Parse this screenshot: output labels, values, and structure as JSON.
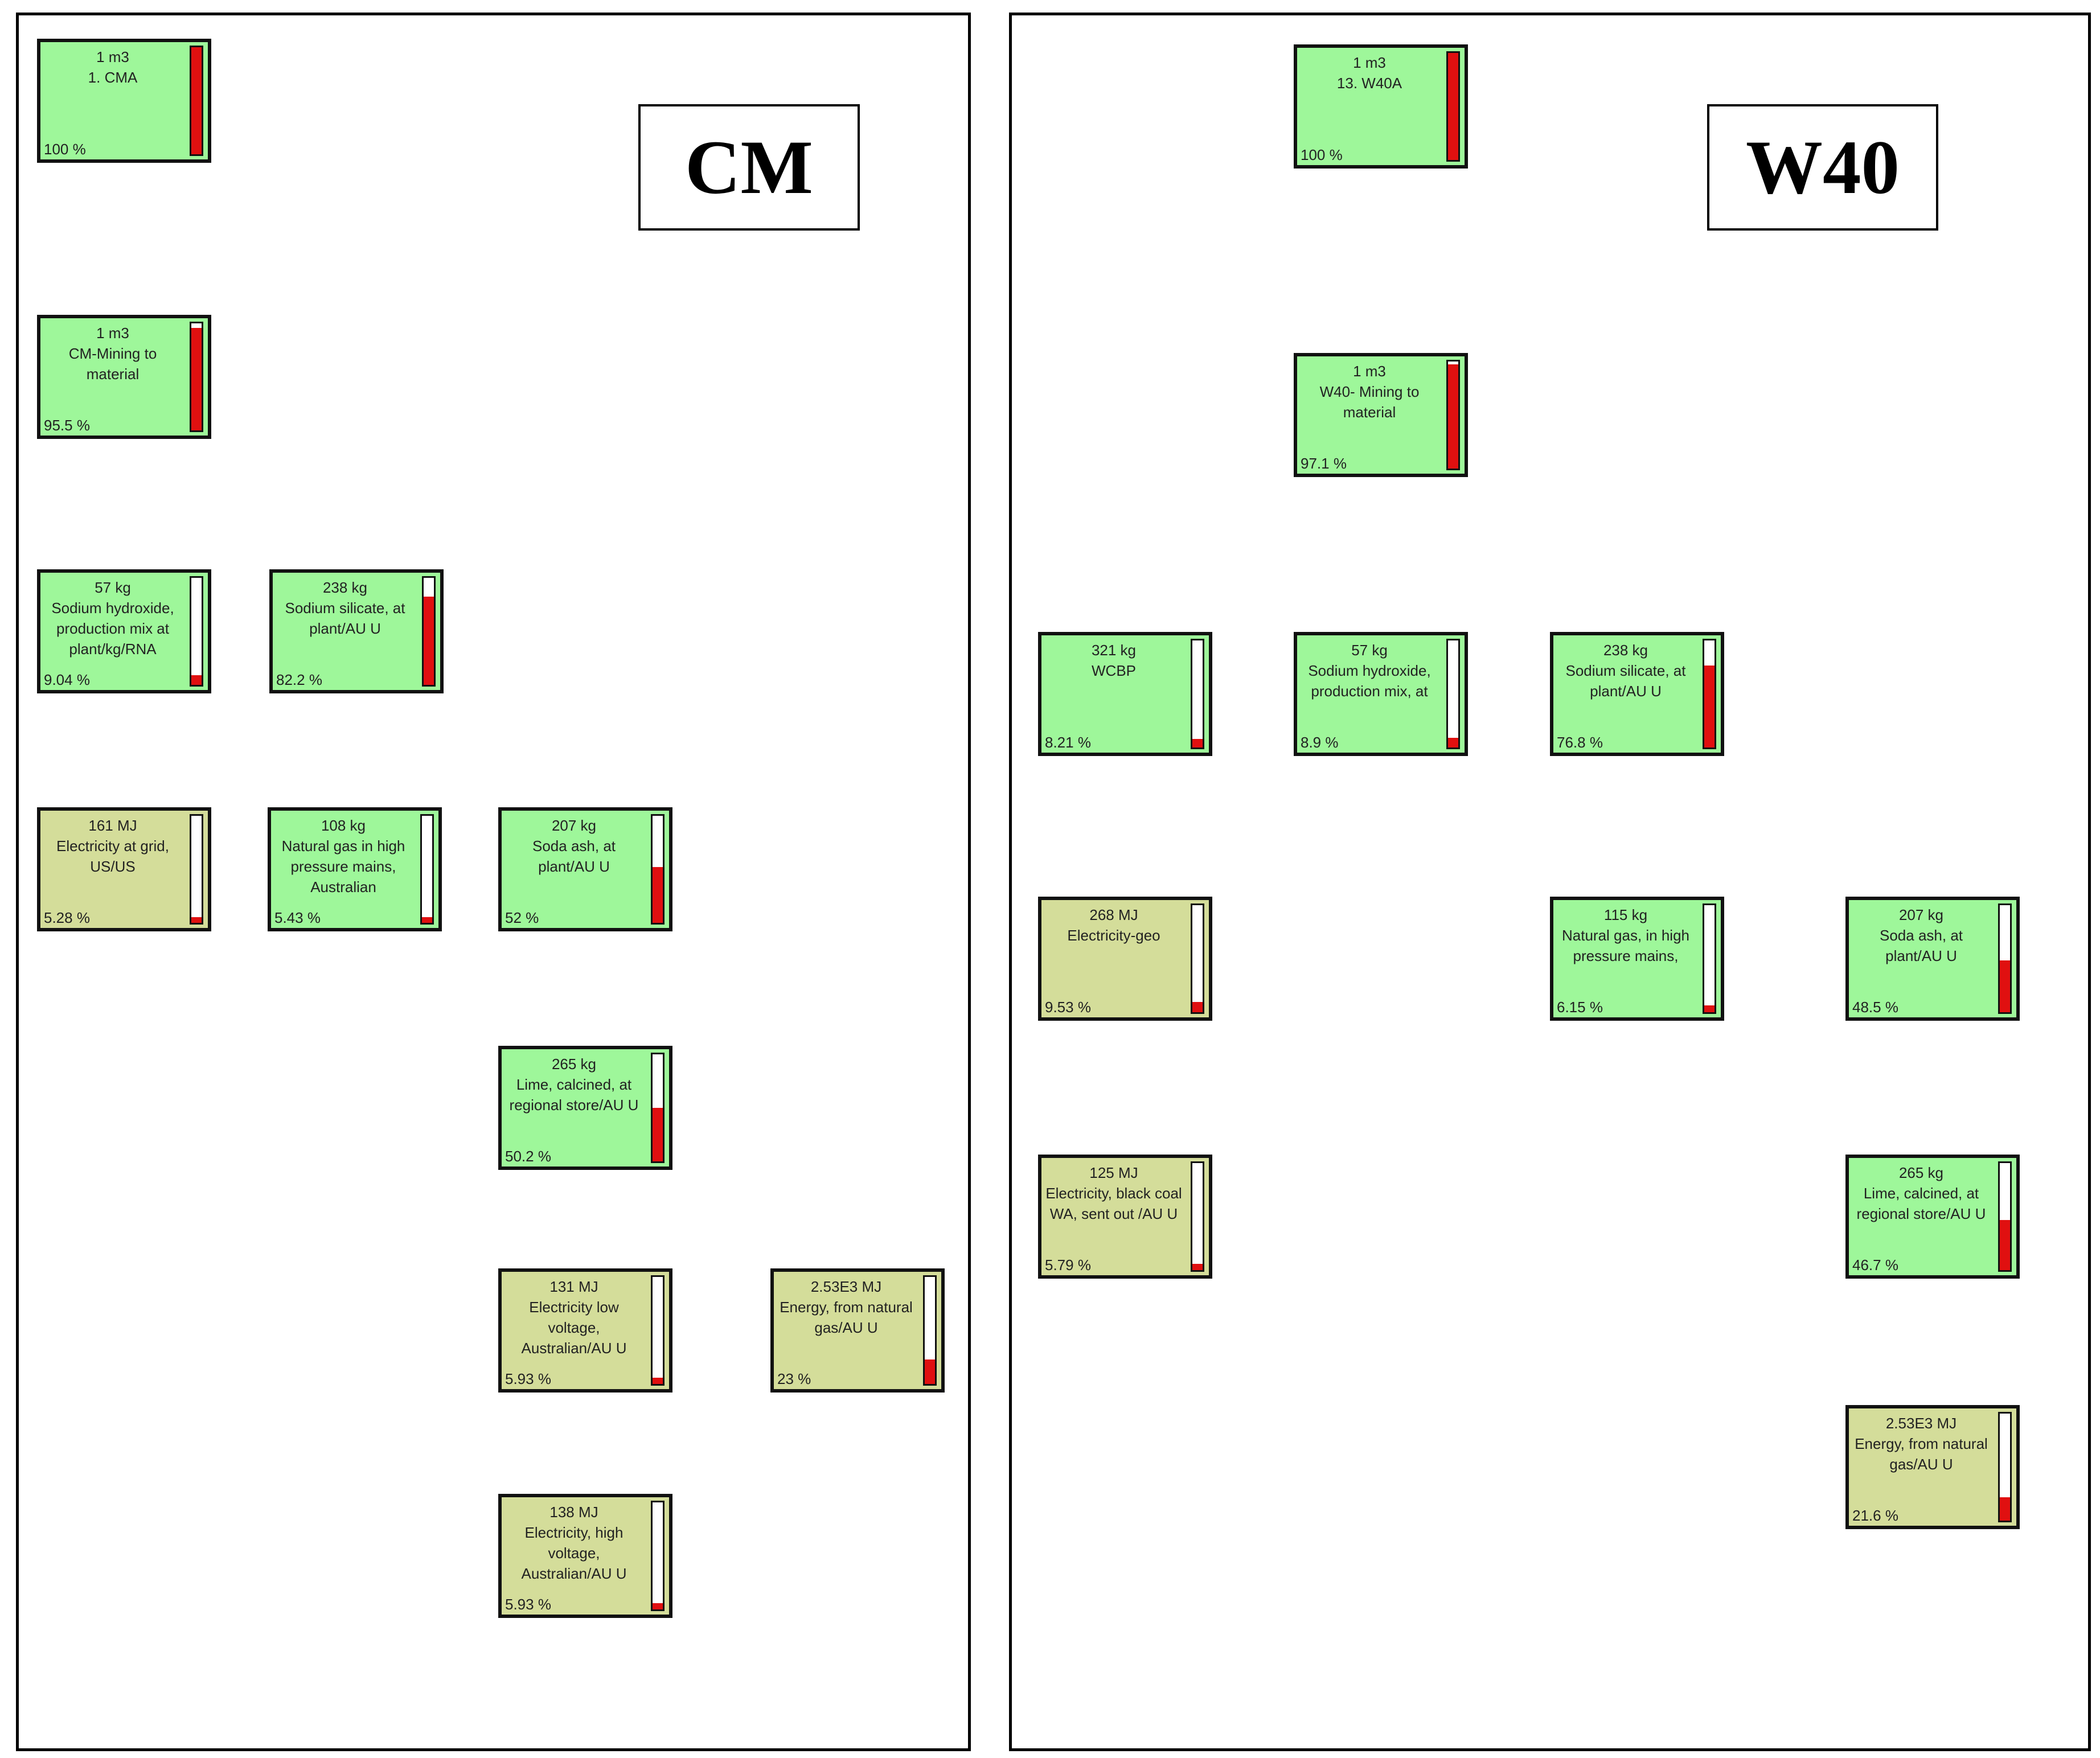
{
  "panels": [
    {
      "title": "CM",
      "nodes": [
        {
          "amount": "1 m3",
          "label": "1. CMA",
          "pct": "100 %",
          "level": 1.0,
          "kind": "process"
        },
        {
          "amount": "1 m3",
          "label": "CM-Mining to material",
          "pct": "95.5 %",
          "level": 0.955,
          "kind": "process"
        },
        {
          "amount": "57 kg",
          "label": "Sodium hydroxide, production mix at plant/kg/RNA",
          "pct": "9.04 %",
          "level": 0.0904,
          "kind": "process"
        },
        {
          "amount": "238 kg",
          "label": "Sodium silicate, at plant/AU U",
          "pct": "82.2 %",
          "level": 0.822,
          "kind": "process"
        },
        {
          "amount": "161 MJ",
          "label": "Electricity at grid, US/US",
          "pct": "5.28 %",
          "level": 0.0528,
          "kind": "energy"
        },
        {
          "amount": "108 kg",
          "label": "Natural gas in high pressure mains, Australian",
          "pct": "5.43 %",
          "level": 0.0543,
          "kind": "process"
        },
        {
          "amount": "207 kg",
          "label": "Soda ash, at plant/AU U",
          "pct": "52 %",
          "level": 0.52,
          "kind": "process"
        },
        {
          "amount": "265 kg",
          "label": "Lime, calcined, at regional store/AU U",
          "pct": "50.2 %",
          "level": 0.502,
          "kind": "process"
        },
        {
          "amount": "131 MJ",
          "label": "Electricity low voltage, Australian/AU U",
          "pct": "5.93 %",
          "level": 0.0593,
          "kind": "energy"
        },
        {
          "amount": "2.53E3 MJ",
          "label": "Energy, from natural gas/AU U",
          "pct": "23 %",
          "level": 0.23,
          "kind": "energy"
        },
        {
          "amount": "138 MJ",
          "label": "Electricity, high voltage, Australian/AU U",
          "pct": "5.93 %",
          "level": 0.0593,
          "kind": "energy"
        }
      ]
    },
    {
      "title": "W40",
      "nodes": [
        {
          "amount": "1 m3",
          "label": "13. W40A",
          "pct": "100 %",
          "level": 1.0,
          "kind": "process"
        },
        {
          "amount": "1 m3",
          "label": "W40- Mining to material",
          "pct": "97.1 %",
          "level": 0.971,
          "kind": "process"
        },
        {
          "amount": "321 kg",
          "label": "WCBP",
          "pct": "8.21 %",
          "level": 0.0821,
          "kind": "process"
        },
        {
          "amount": "57 kg",
          "label": "Sodium hydroxide, production mix, at",
          "pct": "8.9 %",
          "level": 0.089,
          "kind": "process"
        },
        {
          "amount": "238 kg",
          "label": "Sodium silicate, at plant/AU U",
          "pct": "76.8 %",
          "level": 0.768,
          "kind": "process"
        },
        {
          "amount": "268 MJ",
          "label": "Electricity-geo",
          "pct": "9.53 %",
          "level": 0.0953,
          "kind": "energy"
        },
        {
          "amount": "115 kg",
          "label": "Natural gas, in high pressure mains,",
          "pct": "6.15 %",
          "level": 0.0615,
          "kind": "process"
        },
        {
          "amount": "207 kg",
          "label": "Soda ash, at plant/AU U",
          "pct": "48.5 %",
          "level": 0.485,
          "kind": "process"
        },
        {
          "amount": "125 MJ",
          "label": "Electricity, black coal WA, sent out /AU U",
          "pct": "5.79 %",
          "level": 0.0579,
          "kind": "energy"
        },
        {
          "amount": "265 kg",
          "label": "Lime, calcined, at regional store/AU U",
          "pct": "46.7 %",
          "level": 0.467,
          "kind": "process"
        },
        {
          "amount": "2.53E3 MJ",
          "label": "Energy, from natural gas/AU U",
          "pct": "21.6 %",
          "level": 0.216,
          "kind": "energy"
        }
      ]
    }
  ],
  "colors": {
    "process_node": "#9ef79a",
    "energy_node": "#d4dd9a",
    "flow": "#ff1a1a",
    "meter_fill": "#e01010"
  }
}
